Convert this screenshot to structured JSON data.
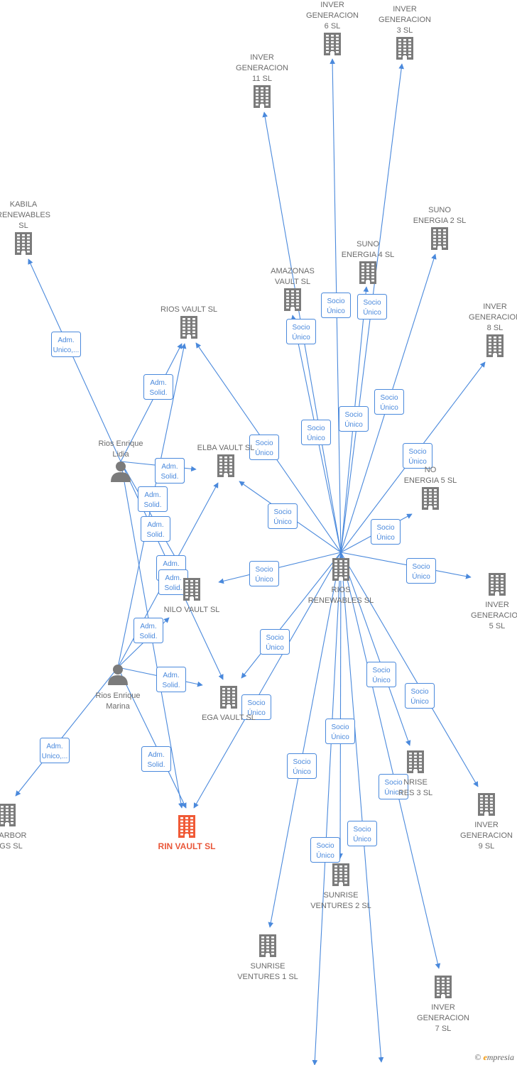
{
  "nodes": [
    {
      "id": "inver6",
      "kind": "company",
      "label": [
        "INVER",
        "GENERACION",
        "6  SL"
      ]
    },
    {
      "id": "inver3",
      "kind": "company",
      "label": [
        "INVER",
        "GENERACION",
        "3  SL"
      ]
    },
    {
      "id": "inver11",
      "kind": "company",
      "label": [
        "INVER",
        "GENERACION",
        "11  SL"
      ]
    },
    {
      "id": "kabila",
      "kind": "company",
      "label": [
        "KABILA",
        "RENEWABLES",
        "SL"
      ]
    },
    {
      "id": "suno2",
      "kind": "company",
      "label": [
        "SUNO",
        "ENERGIA 2  SL"
      ]
    },
    {
      "id": "suno4",
      "kind": "company",
      "label": [
        "SUNO",
        "ENERGIA 4  SL"
      ]
    },
    {
      "id": "amazonas",
      "kind": "company",
      "label": [
        "AMAZONAS",
        "VAULT  SL"
      ]
    },
    {
      "id": "riosvault",
      "kind": "company",
      "label": [
        "RIOS VAULT  SL"
      ]
    },
    {
      "id": "inver8",
      "kind": "company",
      "label": [
        "INVER",
        "GENERACION",
        "8  SL"
      ]
    },
    {
      "id": "lidia",
      "kind": "person",
      "label": [
        "Rios Enrique",
        "Lidia"
      ]
    },
    {
      "id": "elba",
      "kind": "company",
      "label": [
        "ELBA VAULT  SL"
      ]
    },
    {
      "id": "suno5",
      "kind": "company",
      "label": [
        "NO",
        "ENERGIA 5  SL"
      ]
    },
    {
      "id": "rios",
      "kind": "company",
      "label": [
        "RIOS",
        "RENEWABLES SL"
      ]
    },
    {
      "id": "nilo",
      "kind": "company",
      "label": [
        "NILO VAULT  SL"
      ]
    },
    {
      "id": "inver5",
      "kind": "company",
      "label": [
        "INVER",
        "GENERACION",
        "5  SL"
      ]
    },
    {
      "id": "marina",
      "kind": "person",
      "label": [
        "Rios Enrique",
        "Marina"
      ]
    },
    {
      "id": "ega",
      "kind": "company",
      "label": [
        "EGA VAULT  SL"
      ]
    },
    {
      "id": "sunrise3",
      "kind": "company",
      "label": [
        "NRISE",
        "RES 3  SL"
      ]
    },
    {
      "id": "inver9",
      "kind": "company",
      "label": [
        "INVER",
        "GENERACION",
        "9  SL"
      ]
    },
    {
      "id": "harbor",
      "kind": "company",
      "label": [
        "RHARBOR",
        "INGS  SL"
      ]
    },
    {
      "id": "rin",
      "kind": "company",
      "main": true,
      "label": [
        "RIN VAULT  SL"
      ]
    },
    {
      "id": "sunrise2",
      "kind": "company",
      "label": [
        "SUNRISE",
        "VENTURES 2  SL"
      ]
    },
    {
      "id": "sunrise1",
      "kind": "company",
      "label": [
        "SUNRISE",
        "VENTURES 1  SL"
      ]
    },
    {
      "id": "inver7",
      "kind": "company",
      "label": [
        "INVER",
        "GENERACION",
        "7  SL"
      ]
    }
  ],
  "edges": [
    {
      "from": "rios",
      "to": "inver6",
      "label": [
        "Socio",
        "Único"
      ]
    },
    {
      "from": "rios",
      "to": "inver3",
      "label": [
        "Socio",
        "Único"
      ]
    },
    {
      "from": "rios",
      "to": "inver11",
      "label": [
        "Socio",
        "Único"
      ]
    },
    {
      "from": "rios",
      "to": "suno4",
      "label": [
        "Socio",
        "Único"
      ]
    },
    {
      "from": "rios",
      "to": "amazonas",
      "label": [
        "Socio",
        "Único"
      ]
    },
    {
      "from": "rios",
      "to": "suno2",
      "label": [
        "Socio",
        "Único"
      ]
    },
    {
      "from": "rios",
      "to": "inver8",
      "label": [
        "Socio",
        "Único"
      ]
    },
    {
      "from": "rios",
      "to": "riosvault",
      "label": [
        "Socio",
        "Único"
      ]
    },
    {
      "from": "rios",
      "to": "elba",
      "label": [
        "Socio",
        "Único"
      ]
    },
    {
      "from": "rios",
      "to": "suno5",
      "label": [
        "Socio",
        "Único"
      ]
    },
    {
      "from": "rios",
      "to": "nilo",
      "label": [
        "Socio",
        "Único"
      ]
    },
    {
      "from": "rios",
      "to": "inver5",
      "label": [
        "Socio",
        "Único"
      ]
    },
    {
      "from": "rios",
      "to": "ega",
      "label": [
        "Socio",
        "Único"
      ]
    },
    {
      "from": "rios",
      "to": "rin",
      "label": [
        "Socio",
        "Único"
      ]
    },
    {
      "from": "rios",
      "to": "sunrise3",
      "label": [
        "Socio",
        "Único"
      ]
    },
    {
      "from": "rios",
      "to": "inver9",
      "label": [
        "Socio",
        "Único"
      ]
    },
    {
      "from": "rios",
      "to": "sunrise2",
      "label": [
        "Socio",
        "Único"
      ]
    },
    {
      "from": "rios",
      "to": "sunrise1",
      "label": [
        "Socio",
        "Único"
      ]
    },
    {
      "from": "rios",
      "to": "inver7",
      "label": [
        "Socio",
        "Único"
      ]
    },
    {
      "from": "rios",
      "to": "offscreen1",
      "label": [
        "Socio",
        "Único"
      ]
    },
    {
      "from": "rios",
      "to": "offscreen2",
      "label": [
        "Socio",
        "Único"
      ]
    },
    {
      "from": "lidia",
      "to": "kabila",
      "label": [
        "Adm.",
        "Unico,..."
      ]
    },
    {
      "from": "lidia",
      "to": "riosvault",
      "label": [
        "Adm.",
        "Solid."
      ]
    },
    {
      "from": "lidia",
      "to": "elba",
      "label": [
        "Adm.",
        "Solid."
      ]
    },
    {
      "from": "lidia",
      "to": "nilo",
      "label": [
        "Adm.",
        "Solid."
      ]
    },
    {
      "from": "lidia",
      "to": "ega",
      "label": [
        "Adm.",
        "Solid."
      ]
    },
    {
      "from": "lidia",
      "to": "rin",
      "label": [
        "Adm.",
        "Solid."
      ]
    },
    {
      "from": "marina",
      "to": "riosvault",
      "label": [
        "Adm.",
        "Solid."
      ]
    },
    {
      "from": "marina",
      "to": "nilo",
      "label": [
        "Adm.",
        "Solid."
      ]
    },
    {
      "from": "marina",
      "to": "elba",
      "label": [
        "Adm.",
        "Solid."
      ]
    },
    {
      "from": "marina",
      "to": "ega",
      "label": [
        "Adm.",
        "Solid."
      ]
    },
    {
      "from": "marina",
      "to": "harbor",
      "label": [
        "Adm.",
        "Unico,..."
      ]
    },
    {
      "from": "marina",
      "to": "rin",
      "label": [
        "Adm.",
        "Solid."
      ]
    }
  ],
  "footer": {
    "copyright": "©",
    "brand_initial": "e",
    "brand_rest": "mpresia"
  }
}
